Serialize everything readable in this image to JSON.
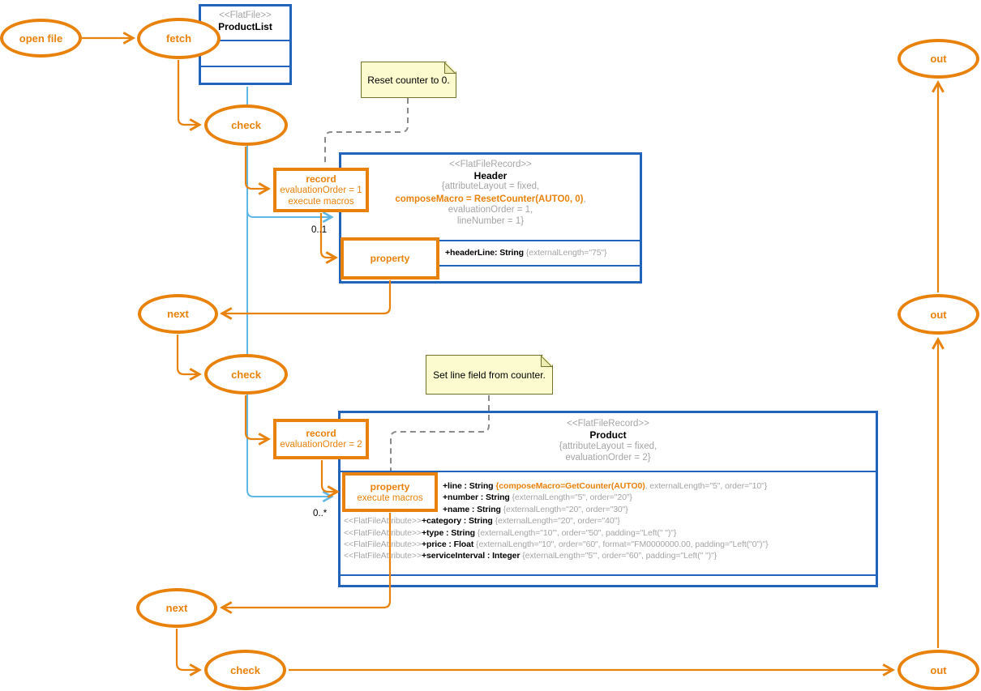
{
  "colors": {
    "orange": "#e8820d",
    "blue": "#2263bc",
    "cyan": "#5fb7e5",
    "gray_text": "#a5a5a5",
    "note_fill": "#fbfbcf",
    "note_border": "#73732d"
  },
  "nodes": {
    "open_file": "open file",
    "fetch": "fetch",
    "check1": "check",
    "next1": "next",
    "check2": "check",
    "next2": "next",
    "check3": "check",
    "out1": "out",
    "out2": "out",
    "out3": "out"
  },
  "actions": {
    "record1": {
      "title": "record",
      "line1": "evaluationOrder = 1",
      "line2": "execute macros"
    },
    "property1": {
      "title": "property"
    },
    "record2": {
      "title": "record",
      "line1": "evaluationOrder = 2"
    },
    "property2": {
      "title": "property",
      "line1": "execute macros"
    }
  },
  "classes": {
    "productlist": {
      "stereotype": "<<FlatFile>>",
      "name": "ProductList"
    },
    "header": {
      "stereotype": "<<FlatFileRecord>>",
      "name": "Header",
      "tag_open": "{attributeLayout = fixed,",
      "tag_macro": "composeMacro = ResetCounter(AUTO0, 0)",
      "tag_macro_sep": ",",
      "tag_eval": "evaluationOrder = 1,",
      "tag_line": "lineNumber = 1}",
      "attr_decl": "+headerLine: String ",
      "attr_props": "{externalLength=\"75\"}"
    },
    "product": {
      "stereotype": "<<FlatFileRecord>>",
      "name": "Product",
      "tag_open": "{attributeLayout = fixed,",
      "tag_eval": "evaluationOrder = 2}",
      "attributes": [
        {
          "prefix": "",
          "decl": "+line : String ",
          "macro": "{composeMacro=GetCounter(AUTO0)",
          "props": ", externalLength=\"5\", order=\"10\"}"
        },
        {
          "prefix": "",
          "decl": "+number : String ",
          "props": "{externalLength=\"5\", order=\"20\"}"
        },
        {
          "prefix": "",
          "decl": "+name : String ",
          "props": "{externalLength=\"20\", order=\"30\"}"
        },
        {
          "prefix": "<<FlatFileAttribute>>",
          "decl": "+category : String ",
          "props": "{externalLength=\"20\", order=\"40\"}"
        },
        {
          "prefix": "<<FlatFileAttribute>>",
          "decl": "+type : String ",
          "props": "{externalLength=\"10\"', order=\"50\", padding=\"Left(\" \")\"}"
        },
        {
          "prefix": "<<FlatFileAttribute>>",
          "decl": "+price : Float ",
          "props": "{externalLength=\"10\", order=\"60\", format=\"FM0000000.00, padding=\"Left(\"0\")\"}"
        },
        {
          "prefix": "<<FlatFileAttribute>>",
          "decl": "+serviceInterval : Integer ",
          "props": "{externalLength=\"5\"', order=\"60\", padding=\"Left(\" \")\"}"
        }
      ]
    }
  },
  "notes": {
    "note1": "Reset counter to 0.",
    "note2": "Set line field from counter."
  },
  "multiplicities": {
    "header": "0..1",
    "product": "0..*"
  }
}
